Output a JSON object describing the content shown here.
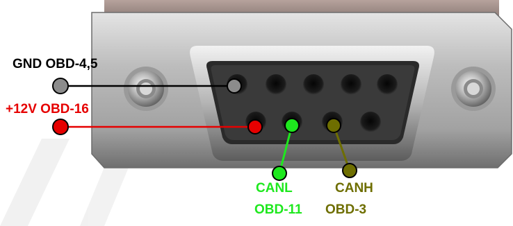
{
  "colors": {
    "gnd": "#000000",
    "gnd_dot": "#8c8c8c",
    "power": "#e60000",
    "canl": "#1ee81e",
    "canh": "#6e6e00",
    "shell": "#c8c8c8",
    "face": "#2f2f2f",
    "watermark": "#e9e9e9"
  },
  "labels": {
    "gnd": "GND OBD-4,5",
    "power": "+12V OBD-16",
    "canl_line1": "CANL",
    "canl_line2": "OBD-11",
    "canh_line1": "CANH",
    "canh_line2": "OBD-3"
  },
  "connector": {
    "type": "DB9 female",
    "top_row_pins": 5,
    "bottom_row_pins": 4
  }
}
